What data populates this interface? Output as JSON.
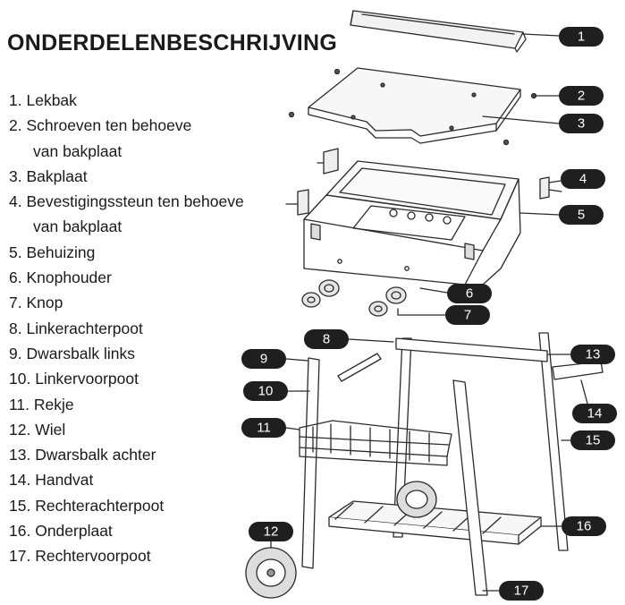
{
  "title": "ONDERDELENBESCHRIJVING",
  "parts": [
    {
      "num": "1.",
      "line1": "Lekbak"
    },
    {
      "num": "2.",
      "line1": "Schroeven ten behoeve",
      "line2": "van bakplaat"
    },
    {
      "num": "3.",
      "line1": "Bakplaat"
    },
    {
      "num": "4.",
      "line1": "Bevestigingssteun ten behoeve",
      "line2": "van bakplaat"
    },
    {
      "num": "5.",
      "line1": "Behuizing"
    },
    {
      "num": "6.",
      "line1": "Knophouder"
    },
    {
      "num": "7.",
      "line1": "Knop"
    },
    {
      "num": "8.",
      "line1": "Linkerachterpoot"
    },
    {
      "num": "9.",
      "line1": "Dwarsbalk links"
    },
    {
      "num": "10.",
      "line1": "Linkervoorpoot"
    },
    {
      "num": "11.",
      "line1": "Rekje"
    },
    {
      "num": "12.",
      "line1": "Wiel"
    },
    {
      "num": "13.",
      "line1": "Dwarsbalk achter"
    },
    {
      "num": "14.",
      "line1": "Handvat"
    },
    {
      "num": "15.",
      "line1": "Rechterachterpoot"
    },
    {
      "num": "16.",
      "line1": "Onderplaat"
    },
    {
      "num": "17.",
      "line1": "Rechtervoorpoot"
    }
  ],
  "callouts": [
    "1",
    "2",
    "3",
    "4",
    "5",
    "6",
    "7",
    "8",
    "9",
    "10",
    "11",
    "12",
    "13",
    "14",
    "15",
    "16",
    "17"
  ],
  "colors": {
    "badge": "#1f1f1f",
    "badge_text": "#ffffff",
    "line": "#2a2a2a"
  }
}
